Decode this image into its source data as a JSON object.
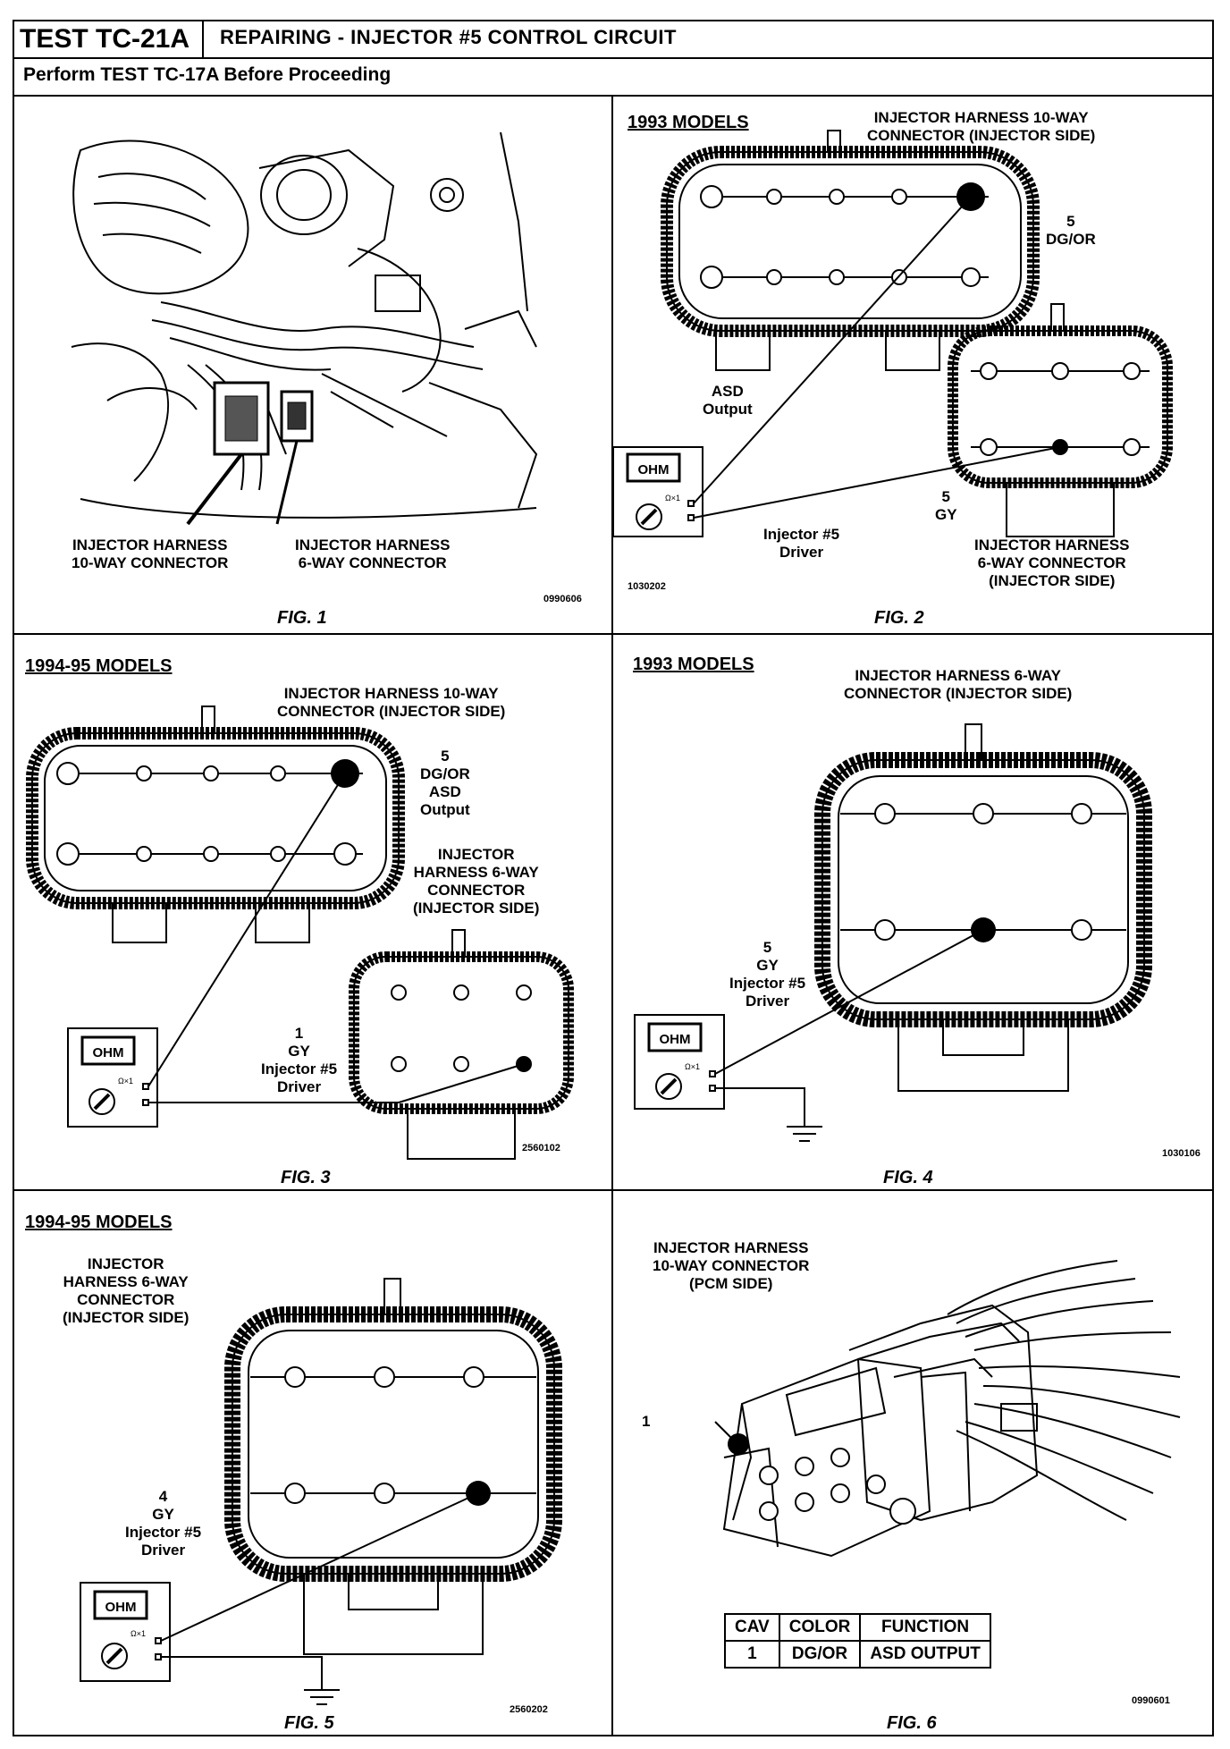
{
  "header": {
    "test_id": "TEST TC-21A",
    "title": "REPAIRING - INJECTOR #5 CONTROL CIRCUIT",
    "prerequisite": "Perform TEST TC-17A Before Proceeding"
  },
  "fig1": {
    "caption": "FIG. 1",
    "label_left": [
      "INJECTOR HARNESS",
      "10-WAY CONNECTOR"
    ],
    "label_right": [
      "INJECTOR HARNESS",
      "6-WAY CONNECTOR"
    ],
    "code": "0990606"
  },
  "fig2": {
    "caption": "FIG. 2",
    "model": "1993 MODELS",
    "connector_top": [
      "INJECTOR HARNESS 10-WAY",
      "CONNECTOR (INJECTOR SIDE)"
    ],
    "pin_top": [
      "5",
      "DG/OR"
    ],
    "asd": [
      "ASD",
      "Output"
    ],
    "pin_bottom": [
      "5",
      "GY"
    ],
    "driver": [
      "Injector #5",
      "Driver"
    ],
    "connector_bottom": [
      "INJECTOR HARNESS",
      "6-WAY CONNECTOR",
      "(INJECTOR SIDE)"
    ],
    "meter": "OHM",
    "meter_range": "Ω×1",
    "code": "1030202"
  },
  "fig3": {
    "caption": "FIG. 3",
    "model": "1994-95 MODELS",
    "connector_top": [
      "INJECTOR HARNESS 10-WAY",
      "CONNECTOR (INJECTOR SIDE)"
    ],
    "pin_top": [
      "5",
      "DG/OR",
      "ASD",
      "Output"
    ],
    "connector_bottom": [
      "INJECTOR",
      "HARNESS 6-WAY",
      "CONNECTOR",
      "(INJECTOR SIDE)"
    ],
    "pin_bottom": [
      "1",
      "GY",
      "Injector #5",
      "Driver"
    ],
    "meter": "OHM",
    "meter_range": "Ω×1",
    "code": "2560102"
  },
  "fig4": {
    "caption": "FIG. 4",
    "model": "1993 MODELS",
    "connector": [
      "INJECTOR HARNESS 6-WAY",
      "CONNECTOR (INJECTOR SIDE)"
    ],
    "pin": [
      "5",
      "GY",
      "Injector #5",
      "Driver"
    ],
    "meter": "OHM",
    "meter_range": "Ω×1",
    "code": "1030106"
  },
  "fig5": {
    "caption": "FIG. 5",
    "model": "1994-95 MODELS",
    "connector": [
      "INJECTOR",
      "HARNESS 6-WAY",
      "CONNECTOR",
      "(INJECTOR SIDE)"
    ],
    "pin": [
      "4",
      "GY",
      "Injector #5",
      "Driver"
    ],
    "meter": "OHM",
    "meter_range": "Ω×1",
    "code": "2560202"
  },
  "fig6": {
    "caption": "FIG. 6",
    "connector": [
      "INJECTOR HARNESS",
      "10-WAY CONNECTOR",
      "(PCM SIDE)"
    ],
    "callout": "1",
    "table_headers": [
      "CAV",
      "COLOR",
      "FUNCTION"
    ],
    "table_row": [
      "1",
      "DG/OR",
      "ASD OUTPUT"
    ],
    "code": "0990601"
  }
}
